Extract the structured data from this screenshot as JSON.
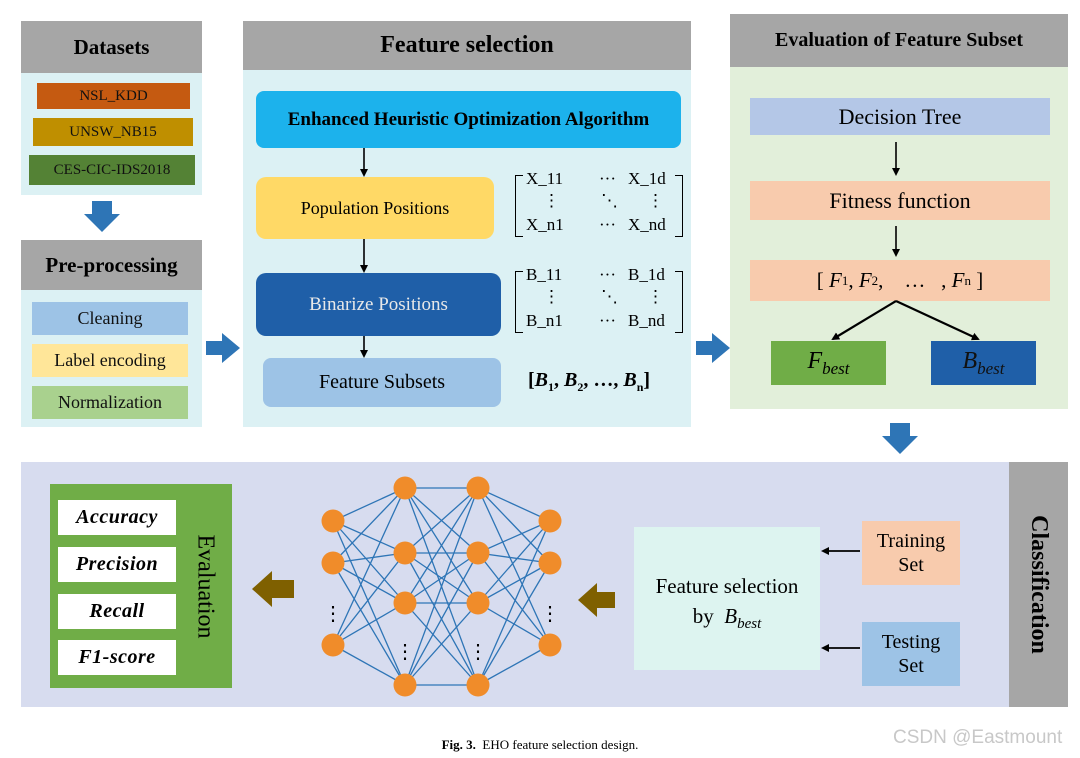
{
  "datasets": {
    "title": "Datasets",
    "items": [
      {
        "label": "NSL_KDD",
        "color": "#c55a11"
      },
      {
        "label": "UNSW_NB15",
        "color": "#bf8f00"
      },
      {
        "label": "CES-CIC-IDS2018",
        "color": "#548235"
      }
    ]
  },
  "preprocessing": {
    "title": "Pre-processing",
    "items": [
      {
        "label": "Cleaning",
        "color": "#9dc3e6"
      },
      {
        "label": "Label encoding",
        "color": "#ffe699"
      },
      {
        "label": "Normalization",
        "color": "#a9d18e"
      }
    ]
  },
  "feature_selection": {
    "title": "Feature selection",
    "algorithm": "Enhanced Heuristic Optimization Algorithm",
    "population": "Population Positions",
    "binarize": "Binarize Positions",
    "subsets": "Feature Subsets",
    "population_matrix": {
      "tl": "X_11",
      "tr": "X_1d",
      "bl": "X_n1",
      "br": "X_nd",
      "dots_h": "···",
      "dots_v": "⋮",
      "dots_d": "⋱"
    },
    "binary_matrix": {
      "tl": "B_11",
      "tr": "B_1d",
      "bl": "B_n1",
      "br": "B_nd",
      "dots_h": "···",
      "dots_v": "⋮",
      "dots_d": "⋱"
    },
    "subset_vector": {
      "b1": "B",
      "b1_sub": "1",
      "b2": "B",
      "b2_sub": "2",
      "ellipsis": "…,",
      "bn": "B",
      "bn_sub": "n"
    }
  },
  "evaluation_subset": {
    "title": "Evaluation of Feature Subset",
    "decision_tree": "Decision Tree",
    "fitness": "Fitness function",
    "fitness_vector": {
      "f1": "F",
      "s1": "1",
      "f2": "F",
      "s2": "2",
      "dots": "…",
      "fn": "F",
      "sn": "n"
    },
    "f_best": {
      "main": "F",
      "sub": "best"
    },
    "b_best": {
      "main": "B",
      "sub": "best"
    }
  },
  "classification": {
    "title": "Classification",
    "evaluation_title": "Evaluation",
    "metrics": [
      "Accuracy",
      "Precision",
      "Recall",
      "F1-score"
    ],
    "fs_line1": "Feature selection",
    "fs_line2": "by",
    "fs_b": "B",
    "fs_b_sub": "best",
    "training": [
      "Training",
      "Set"
    ],
    "testing": [
      "Testing",
      "Set"
    ],
    "vdots": "⋮"
  },
  "caption": {
    "fig": "Fig. 3.",
    "text": "EHO feature selection design."
  },
  "watermark": "CSDN @Eastmount",
  "colors": {
    "panel_blue": "#dcf1f4",
    "panel_green": "#e2efda",
    "panel_lavender": "#d7dcef",
    "header_gray": "#a6a6a6",
    "arrow_blue": "#2e75b6",
    "arrow_brown": "#7f6000",
    "node_orange": "#f08c2a",
    "edge_blue": "#2e75b6"
  }
}
